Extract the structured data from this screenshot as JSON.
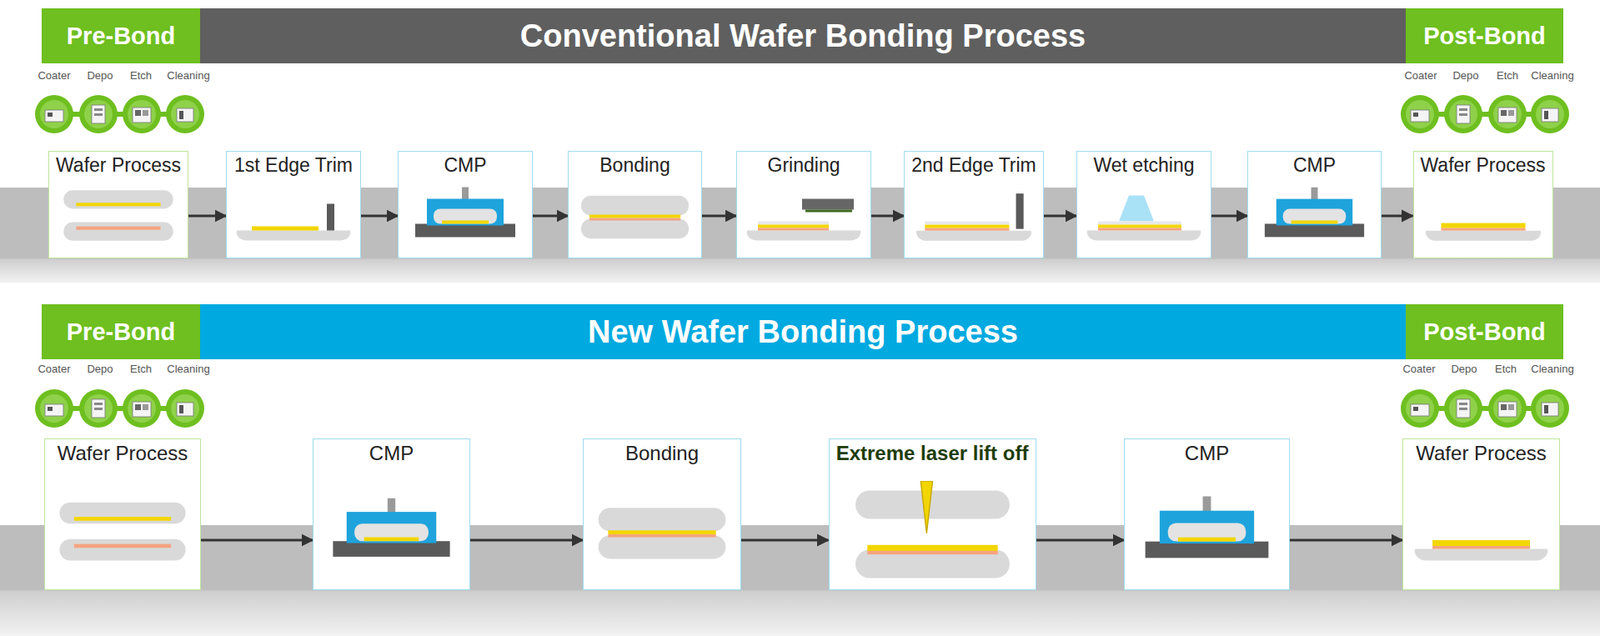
{
  "diagram": {
    "nodes": [
      {
        "text": [
          "Pre-Bond"
        ]
      },
      {
        "text": [
          "Conventional Wafer Bonding Process"
        ]
      },
      {
        "text": [
          "Post-Bond"
        ]
      },
      {
        "text": [
          "Wafer Process"
        ]
      },
      {
        "text": [
          "1st Edge Trim"
        ]
      },
      {
        "text": [
          "CMP"
        ]
      },
      {
        "text": [
          "Bonding"
        ]
      },
      {
        "text": [
          "Grinding"
        ]
      },
      {
        "text": [
          "2nd Edge Trim"
        ]
      },
      {
        "text": [
          "Wet etching"
        ]
      },
      {
        "text": [
          "CMP"
        ]
      },
      {
        "text": [
          "Wafer Process"
        ]
      },
      {
        "text": [
          "Pre-Bond"
        ]
      },
      {
        "text": [
          "New Wafer Bonding Process"
        ]
      },
      {
        "text": [
          "Post-Bond"
        ]
      },
      {
        "text": [
          "Wafer Process"
        ]
      },
      {
        "text": [
          "CMP"
        ]
      },
      {
        "text": [
          "Bonding"
        ]
      },
      {
        "text": [
          "Extreme laser lift off"
        ]
      },
      {
        "text": [
          "CMP"
        ]
      },
      {
        "text": [
          "Wafer Process"
        ]
      }
    ],
    "edges": [
      {
        "from": 3,
        "to": 4,
        "arrow": "to"
      },
      {
        "from": 4,
        "to": 5,
        "arrow": "to"
      },
      {
        "from": 5,
        "to": 6,
        "arrow": "to"
      },
      {
        "from": 6,
        "to": 7,
        "arrow": "to"
      },
      {
        "from": 7,
        "to": 8,
        "arrow": "to"
      },
      {
        "from": 8,
        "to": 9,
        "arrow": "to"
      },
      {
        "from": 9,
        "to": 10,
        "arrow": "to"
      },
      {
        "from": 10,
        "to": 11,
        "arrow": "to"
      },
      {
        "from": 15,
        "to": 16,
        "arrow": "to"
      },
      {
        "from": 16,
        "to": 17,
        "arrow": "to"
      },
      {
        "from": 17,
        "to": 18,
        "arrow": "to"
      },
      {
        "from": 18,
        "to": 19,
        "arrow": "to"
      },
      {
        "from": 19,
        "to": 20,
        "arrow": "to"
      }
    ],
    "labels": [
      "Coater",
      "Depo",
      "Etch",
      "Cleaning",
      "Coater",
      "Depo",
      "Etch",
      "Cleaning",
      "Coater",
      "Depo",
      "Etch",
      "Cleaning",
      "Coater",
      "Depo",
      "Etch",
      "Cleaning"
    ]
  }
}
